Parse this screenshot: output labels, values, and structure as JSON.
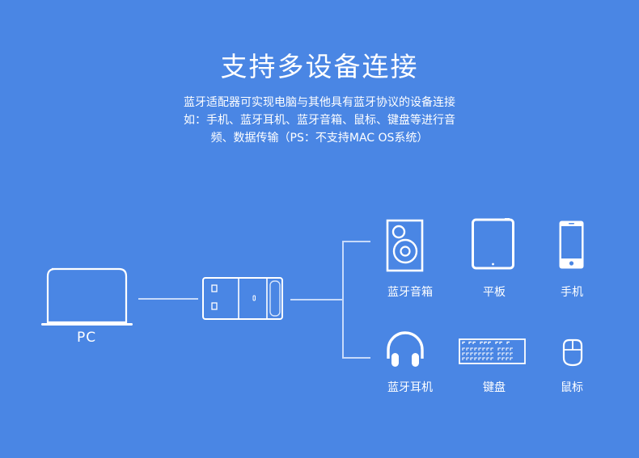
{
  "header": {
    "title": "支持多设备连接",
    "description_lines": [
      "蓝牙适配器可实现电脑与其他具有蓝牙协议的设备连接",
      "如：手机、蓝牙耳机、蓝牙音箱、鼠标、键盘等进行音",
      "频、数据传输（PS：不支持MAC OS系统）"
    ]
  },
  "diagram": {
    "source": {
      "label": "PC",
      "icon": "laptop-icon"
    },
    "adapter": {
      "icon": "usb-bluetooth-dongle-icon"
    },
    "devices": [
      {
        "label": "蓝牙音箱",
        "icon": "speaker-icon"
      },
      {
        "label": "平板",
        "icon": "tablet-icon"
      },
      {
        "label": "手机",
        "icon": "phone-icon"
      },
      {
        "label": "蓝牙耳机",
        "icon": "headphones-icon"
      },
      {
        "label": "键盘",
        "icon": "keyboard-icon"
      },
      {
        "label": "鼠标",
        "icon": "mouse-icon"
      }
    ]
  },
  "colors": {
    "background": "#4a86e4",
    "foreground": "#ffffff",
    "connector": "#c7dafa"
  }
}
